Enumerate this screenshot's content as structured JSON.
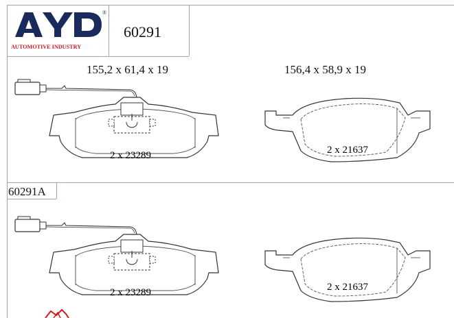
{
  "brand": {
    "name": "AYD",
    "tagline": "AUTOMOTIVE INDUSTRY",
    "registered_mark": "®",
    "primary_color": "#1b2a5c",
    "accent_color": "#d7191f"
  },
  "header": {
    "part_number": "60291"
  },
  "sections": [
    {
      "label": "",
      "left_pad": {
        "dimensions": "155,2 x 61,4 x 19",
        "reference": "2 x 23289",
        "has_wear_sensor": true
      },
      "right_pad": {
        "dimensions": "156,4 x 58,9 x 19",
        "reference": "2 x 21637"
      }
    },
    {
      "label": "60291A",
      "left_pad": {
        "reference": "2 x 23289",
        "has_wear_sensor": true
      },
      "right_pad": {
        "reference": "2 x 21637"
      }
    }
  ]
}
